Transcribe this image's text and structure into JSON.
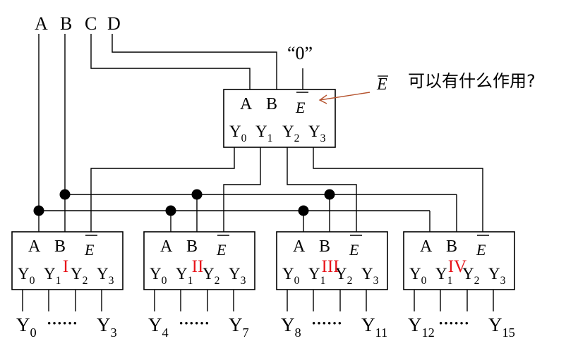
{
  "inputs": [
    "A",
    "B",
    "C",
    "D"
  ],
  "enable_constant": "“0”",
  "question": {
    "enable_symbol": "E",
    "text": "可以有什么作用?",
    "arrow_color": "#b5532e"
  },
  "top_decoder": {
    "inputs": [
      "A",
      "B"
    ],
    "enable": "E",
    "outputs": [
      {
        "base": "Y",
        "sub": "0"
      },
      {
        "base": "Y",
        "sub": "1"
      },
      {
        "base": "Y",
        "sub": "2"
      },
      {
        "base": "Y",
        "sub": "3"
      }
    ]
  },
  "decoders": [
    {
      "numeral": "I",
      "inputs": [
        "A",
        "B"
      ],
      "enable": "E",
      "out_first": {
        "base": "Y",
        "sub": "0"
      },
      "out_last": {
        "base": "Y",
        "sub": "3"
      }
    },
    {
      "numeral": "II",
      "inputs": [
        "A",
        "B"
      ],
      "enable": "E",
      "out_first": {
        "base": "Y",
        "sub": "4"
      },
      "out_last": {
        "base": "Y",
        "sub": "7"
      }
    },
    {
      "numeral": "III",
      "inputs": [
        "A",
        "B"
      ],
      "enable": "E",
      "out_first": {
        "base": "Y",
        "sub": "8"
      },
      "out_last": {
        "base": "Y",
        "sub": "11"
      }
    },
    {
      "numeral": "IV",
      "inputs": [
        "A",
        "B"
      ],
      "enable": "E",
      "out_first": {
        "base": "Y",
        "sub": "12"
      },
      "out_last": {
        "base": "Y",
        "sub": "15"
      }
    }
  ],
  "decoder_outputs_inner": [
    {
      "base": "Y",
      "sub": "0"
    },
    {
      "base": "Y",
      "sub": "1"
    },
    {
      "base": "Y",
      "sub": "2"
    },
    {
      "base": "Y",
      "sub": "3"
    }
  ],
  "ellipsis": "······",
  "numeral_color": "#e8141b"
}
